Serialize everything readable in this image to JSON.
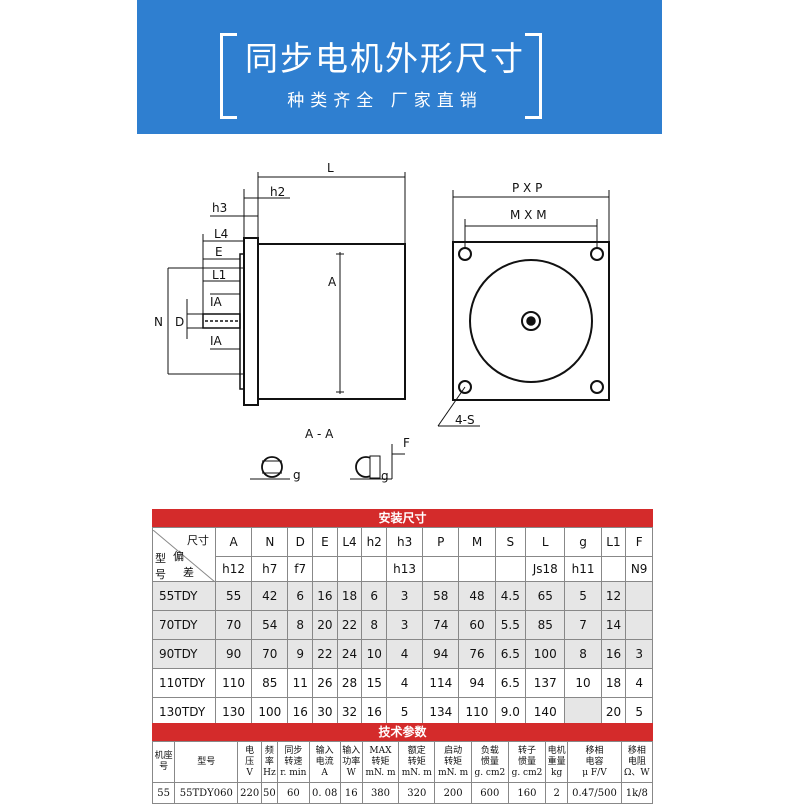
{
  "banner": {
    "title": "同步电机外形尺寸",
    "subtitle": "种类齐全  厂家直销"
  },
  "drawing": {
    "labels": {
      "L": "L",
      "h2": "h2",
      "h3": "h3",
      "L4": "L4",
      "E": "E",
      "L1": "L1",
      "IA_top": "IA",
      "IA_bottom": "IA",
      "N": "N",
      "D": "D",
      "A": "A",
      "AA": "A - A",
      "F": "F",
      "g1": "g",
      "g2": "g",
      "PXP": "P X P",
      "MXM": "M X M",
      "4S": "4-S"
    }
  },
  "table1": {
    "title": "安装尺寸",
    "corner": {
      "size": "尺寸",
      "tol": "偏",
      "tol2": "差",
      "model": "型",
      "model2": "号"
    },
    "columns": [
      "A",
      "N",
      "D",
      "E",
      "L4",
      "h2",
      "h3",
      "P",
      "M",
      "S",
      "L",
      "g",
      "L1",
      "F"
    ],
    "tolerances": [
      "h12",
      "h7",
      "f7",
      "",
      "",
      "",
      "h13",
      "",
      "",
      "",
      "Js18",
      "h11",
      "",
      "N9"
    ],
    "rows": [
      {
        "model": "55TDY",
        "values": [
          "55",
          "42",
          "6",
          "16",
          "18",
          "6",
          "3",
          "58",
          "48",
          "4.5",
          "65",
          "5",
          "12",
          ""
        ]
      },
      {
        "model": "70TDY",
        "values": [
          "70",
          "54",
          "8",
          "20",
          "22",
          "8",
          "3",
          "74",
          "60",
          "5.5",
          "85",
          "7",
          "14",
          ""
        ]
      },
      {
        "model": "90TDY",
        "values": [
          "90",
          "70",
          "9",
          "22",
          "24",
          "10",
          "4",
          "94",
          "76",
          "6.5",
          "100",
          "8",
          "16",
          "3"
        ]
      },
      {
        "model": "110TDY",
        "values": [
          "110",
          "85",
          "11",
          "26",
          "28",
          "15",
          "4",
          "114",
          "94",
          "6.5",
          "137",
          "10",
          "18",
          "4"
        ]
      },
      {
        "model": "130TDY",
        "values": [
          "130",
          "100",
          "16",
          "30",
          "32",
          "16",
          "5",
          "134",
          "110",
          "9.0",
          "140",
          "",
          "20",
          "5"
        ]
      }
    ]
  },
  "table2": {
    "title": "技术参数",
    "headers": [
      [
        "机座",
        "号"
      ],
      [
        "型号"
      ],
      [
        "电",
        "压",
        "V"
      ],
      [
        "频",
        "率",
        "Hz"
      ],
      [
        "同步",
        "转速",
        "r. min"
      ],
      [
        "输入",
        "电流",
        "A"
      ],
      [
        "输入",
        "功率",
        "W"
      ],
      [
        "MAX",
        "转矩",
        "mN. m"
      ],
      [
        "额定",
        "转矩",
        "mN. m"
      ],
      [
        "启动",
        "转矩",
        "mN. m"
      ],
      [
        "负载",
        "惯量",
        "g. cm2"
      ],
      [
        "转子",
        "惯量",
        "g. cm2"
      ],
      [
        "电机",
        "重量",
        "kg"
      ],
      [
        "移相",
        "电容",
        "μ F/V"
      ],
      [
        "移相",
        "电阻",
        "Ω、W"
      ]
    ],
    "rows": [
      [
        "55",
        "55TDY060",
        "220",
        "50",
        "60",
        "0. 08",
        "16",
        "380",
        "320",
        "200",
        "600",
        "160",
        "2",
        "0.47/500",
        "1k/8"
      ]
    ]
  }
}
